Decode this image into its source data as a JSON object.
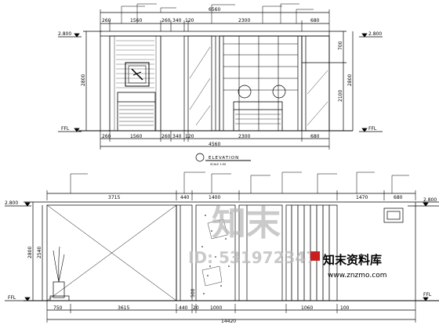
{
  "elevation_1": {
    "top_dims": [
      "260",
      "1560",
      "260",
      "340",
      "120",
      "2300",
      "680"
    ],
    "top_total": "6560",
    "bottom_dims": [
      "260",
      "1560",
      "260",
      "340",
      "120",
      "2300",
      "680"
    ],
    "bottom_total": "4560",
    "level_top_left": "2.800",
    "level_top_right": "2.800",
    "level_ffl_left": "FFL",
    "level_ffl_right": "FFL",
    "height_left": "2800",
    "height_right_a": "700",
    "height_right_b": "2100",
    "height_right_total": "2800",
    "title": "ELEVATION",
    "scale": "SCALE 1:50"
  },
  "elevation_2": {
    "top_dims": [
      "3715",
      "440",
      "1400",
      "1470",
      "680"
    ],
    "bottom_dims": [
      "750",
      "3615",
      "440",
      "20",
      "1000",
      "1060",
      "100"
    ],
    "bottom_total": "14420",
    "level_top_left": "2.800",
    "level_top_right": "2.800",
    "level_ffl_left": "FFL",
    "level_ffl_right": "FFL",
    "height_left_a": "2800",
    "height_left_b": "2540",
    "height_mid": "500"
  },
  "watermark": {
    "logo": "知末",
    "id_text": "ID: 531972347",
    "site_name": "知末资料库",
    "site_url": "www.znzmo.com"
  }
}
